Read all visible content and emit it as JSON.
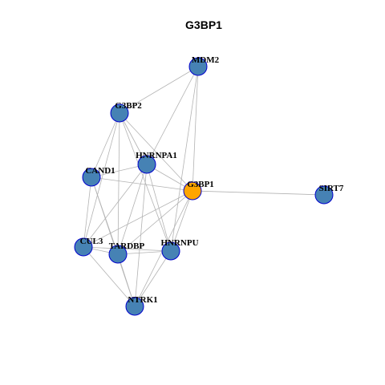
{
  "title": "G3BP1",
  "colors": {
    "default_node": "#4682b4",
    "center_node": "#ffa500",
    "node_border": "#0000cd",
    "edge": "#b3b3b3"
  },
  "nodes": [
    {
      "id": "MDM2",
      "label": "MDM2",
      "center": false
    },
    {
      "id": "G3BP2",
      "label": "G3BP2",
      "center": false
    },
    {
      "id": "HNRNPA1",
      "label": "HNRNPA1",
      "center": false
    },
    {
      "id": "CAND1",
      "label": "CAND1",
      "center": false
    },
    {
      "id": "G3BP1",
      "label": "G3BP1",
      "center": true
    },
    {
      "id": "SIRT7",
      "label": "SIRT7",
      "center": false
    },
    {
      "id": "CUL3",
      "label": "CUL3",
      "center": false
    },
    {
      "id": "TARDBP",
      "label": "TARDBP",
      "center": false
    },
    {
      "id": "HNRNPU",
      "label": "HNRNPU",
      "center": false
    },
    {
      "id": "NTRK1",
      "label": "NTRK1",
      "center": false
    }
  ],
  "edges": [
    [
      "MDM2",
      "G3BP2"
    ],
    [
      "MDM2",
      "HNRNPA1"
    ],
    [
      "MDM2",
      "G3BP1"
    ],
    [
      "MDM2",
      "HNRNPU"
    ],
    [
      "G3BP2",
      "HNRNPA1"
    ],
    [
      "G3BP2",
      "CAND1"
    ],
    [
      "G3BP2",
      "G3BP1"
    ],
    [
      "G3BP2",
      "CUL3"
    ],
    [
      "G3BP2",
      "TARDBP"
    ],
    [
      "G3BP2",
      "HNRNPU"
    ],
    [
      "HNRNPA1",
      "CAND1"
    ],
    [
      "HNRNPA1",
      "G3BP1"
    ],
    [
      "HNRNPA1",
      "CUL3"
    ],
    [
      "HNRNPA1",
      "TARDBP"
    ],
    [
      "HNRNPA1",
      "HNRNPU"
    ],
    [
      "HNRNPA1",
      "NTRK1"
    ],
    [
      "CAND1",
      "G3BP1"
    ],
    [
      "CAND1",
      "CUL3"
    ],
    [
      "CAND1",
      "TARDBP"
    ],
    [
      "CAND1",
      "NTRK1"
    ],
    [
      "G3BP1",
      "SIRT7"
    ],
    [
      "G3BP1",
      "CUL3"
    ],
    [
      "G3BP1",
      "TARDBP"
    ],
    [
      "G3BP1",
      "HNRNPU"
    ],
    [
      "G3BP1",
      "NTRK1"
    ],
    [
      "CUL3",
      "TARDBP"
    ],
    [
      "CUL3",
      "HNRNPU"
    ],
    [
      "CUL3",
      "NTRK1"
    ],
    [
      "TARDBP",
      "HNRNPU"
    ],
    [
      "TARDBP",
      "NTRK1"
    ],
    [
      "HNRNPU",
      "NTRK1"
    ]
  ]
}
